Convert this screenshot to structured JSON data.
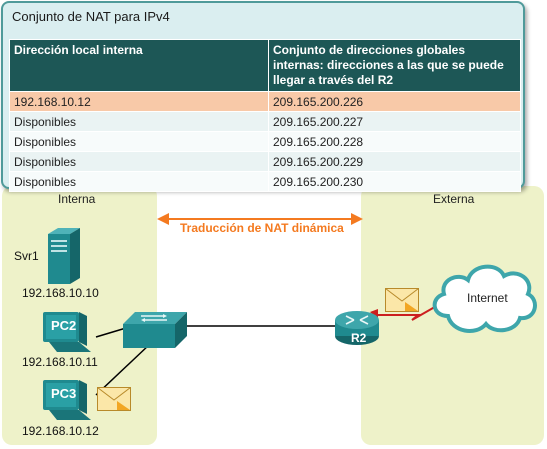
{
  "nat_pool": {
    "title": "Conjunto de NAT para IPv4",
    "headers": {
      "local": "Dirección local interna",
      "global_line1": "Conjunto de direcciones globales",
      "global_line2": "internas: direcciones a las que se puede",
      "global_line3": "llegar a través del R2"
    },
    "rows": [
      {
        "local": "192.168.10.12",
        "global": "209.165.200.226",
        "active": true
      },
      {
        "local": "Disponibles",
        "global": "209.165.200.227",
        "active": false
      },
      {
        "local": "Disponibles",
        "global": "209.165.200.228",
        "active": false
      },
      {
        "local": "Disponibles",
        "global": "209.165.200.229",
        "active": false
      },
      {
        "local": "Disponibles",
        "global": "209.165.200.230",
        "active": false
      }
    ]
  },
  "zones": {
    "inside": "Interna",
    "outside": "Externa"
  },
  "arrow_label": "Traducción de NAT dinámica",
  "devices": {
    "server": {
      "name": "Svr1",
      "ip": "192.168.10.10"
    },
    "pc2": {
      "name": "PC2",
      "ip": "192.168.10.11"
    },
    "pc3": {
      "name": "PC3",
      "ip": "192.168.10.12"
    },
    "router": {
      "name": "R2"
    },
    "cloud": {
      "name": "Internet"
    }
  },
  "colors": {
    "teal_dark": "#1d5756",
    "teal_device": "#1f8a8f",
    "zone_fill": "#eef2c9",
    "arrow": "#f47a20",
    "active_row": "#f8c9a8",
    "link_red": "#cc1f1f"
  }
}
